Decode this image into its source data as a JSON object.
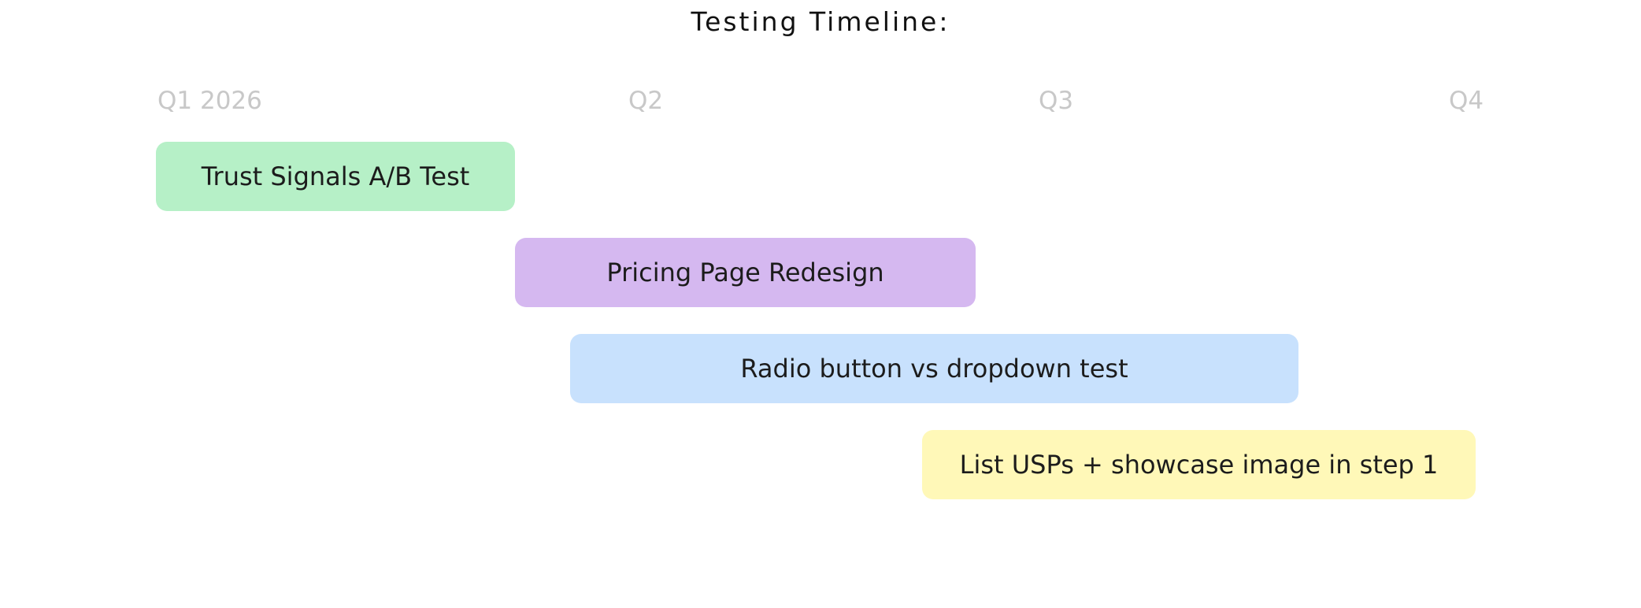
{
  "title": "Testing Timeline:",
  "quarters": [
    "Q1 2026",
    "Q2",
    "Q3",
    "Q4"
  ],
  "tasks": [
    {
      "label": "Trust Signals A/B Test",
      "color": "#b6f0c7"
    },
    {
      "label": "Pricing Page Redesign",
      "color": "#d5b8f0"
    },
    {
      "label": "Radio button vs dropdown test",
      "color": "#c8e1fd"
    },
    {
      "label": "List USPs + showcase image in step 1",
      "color": "#fff8b8"
    }
  ]
}
